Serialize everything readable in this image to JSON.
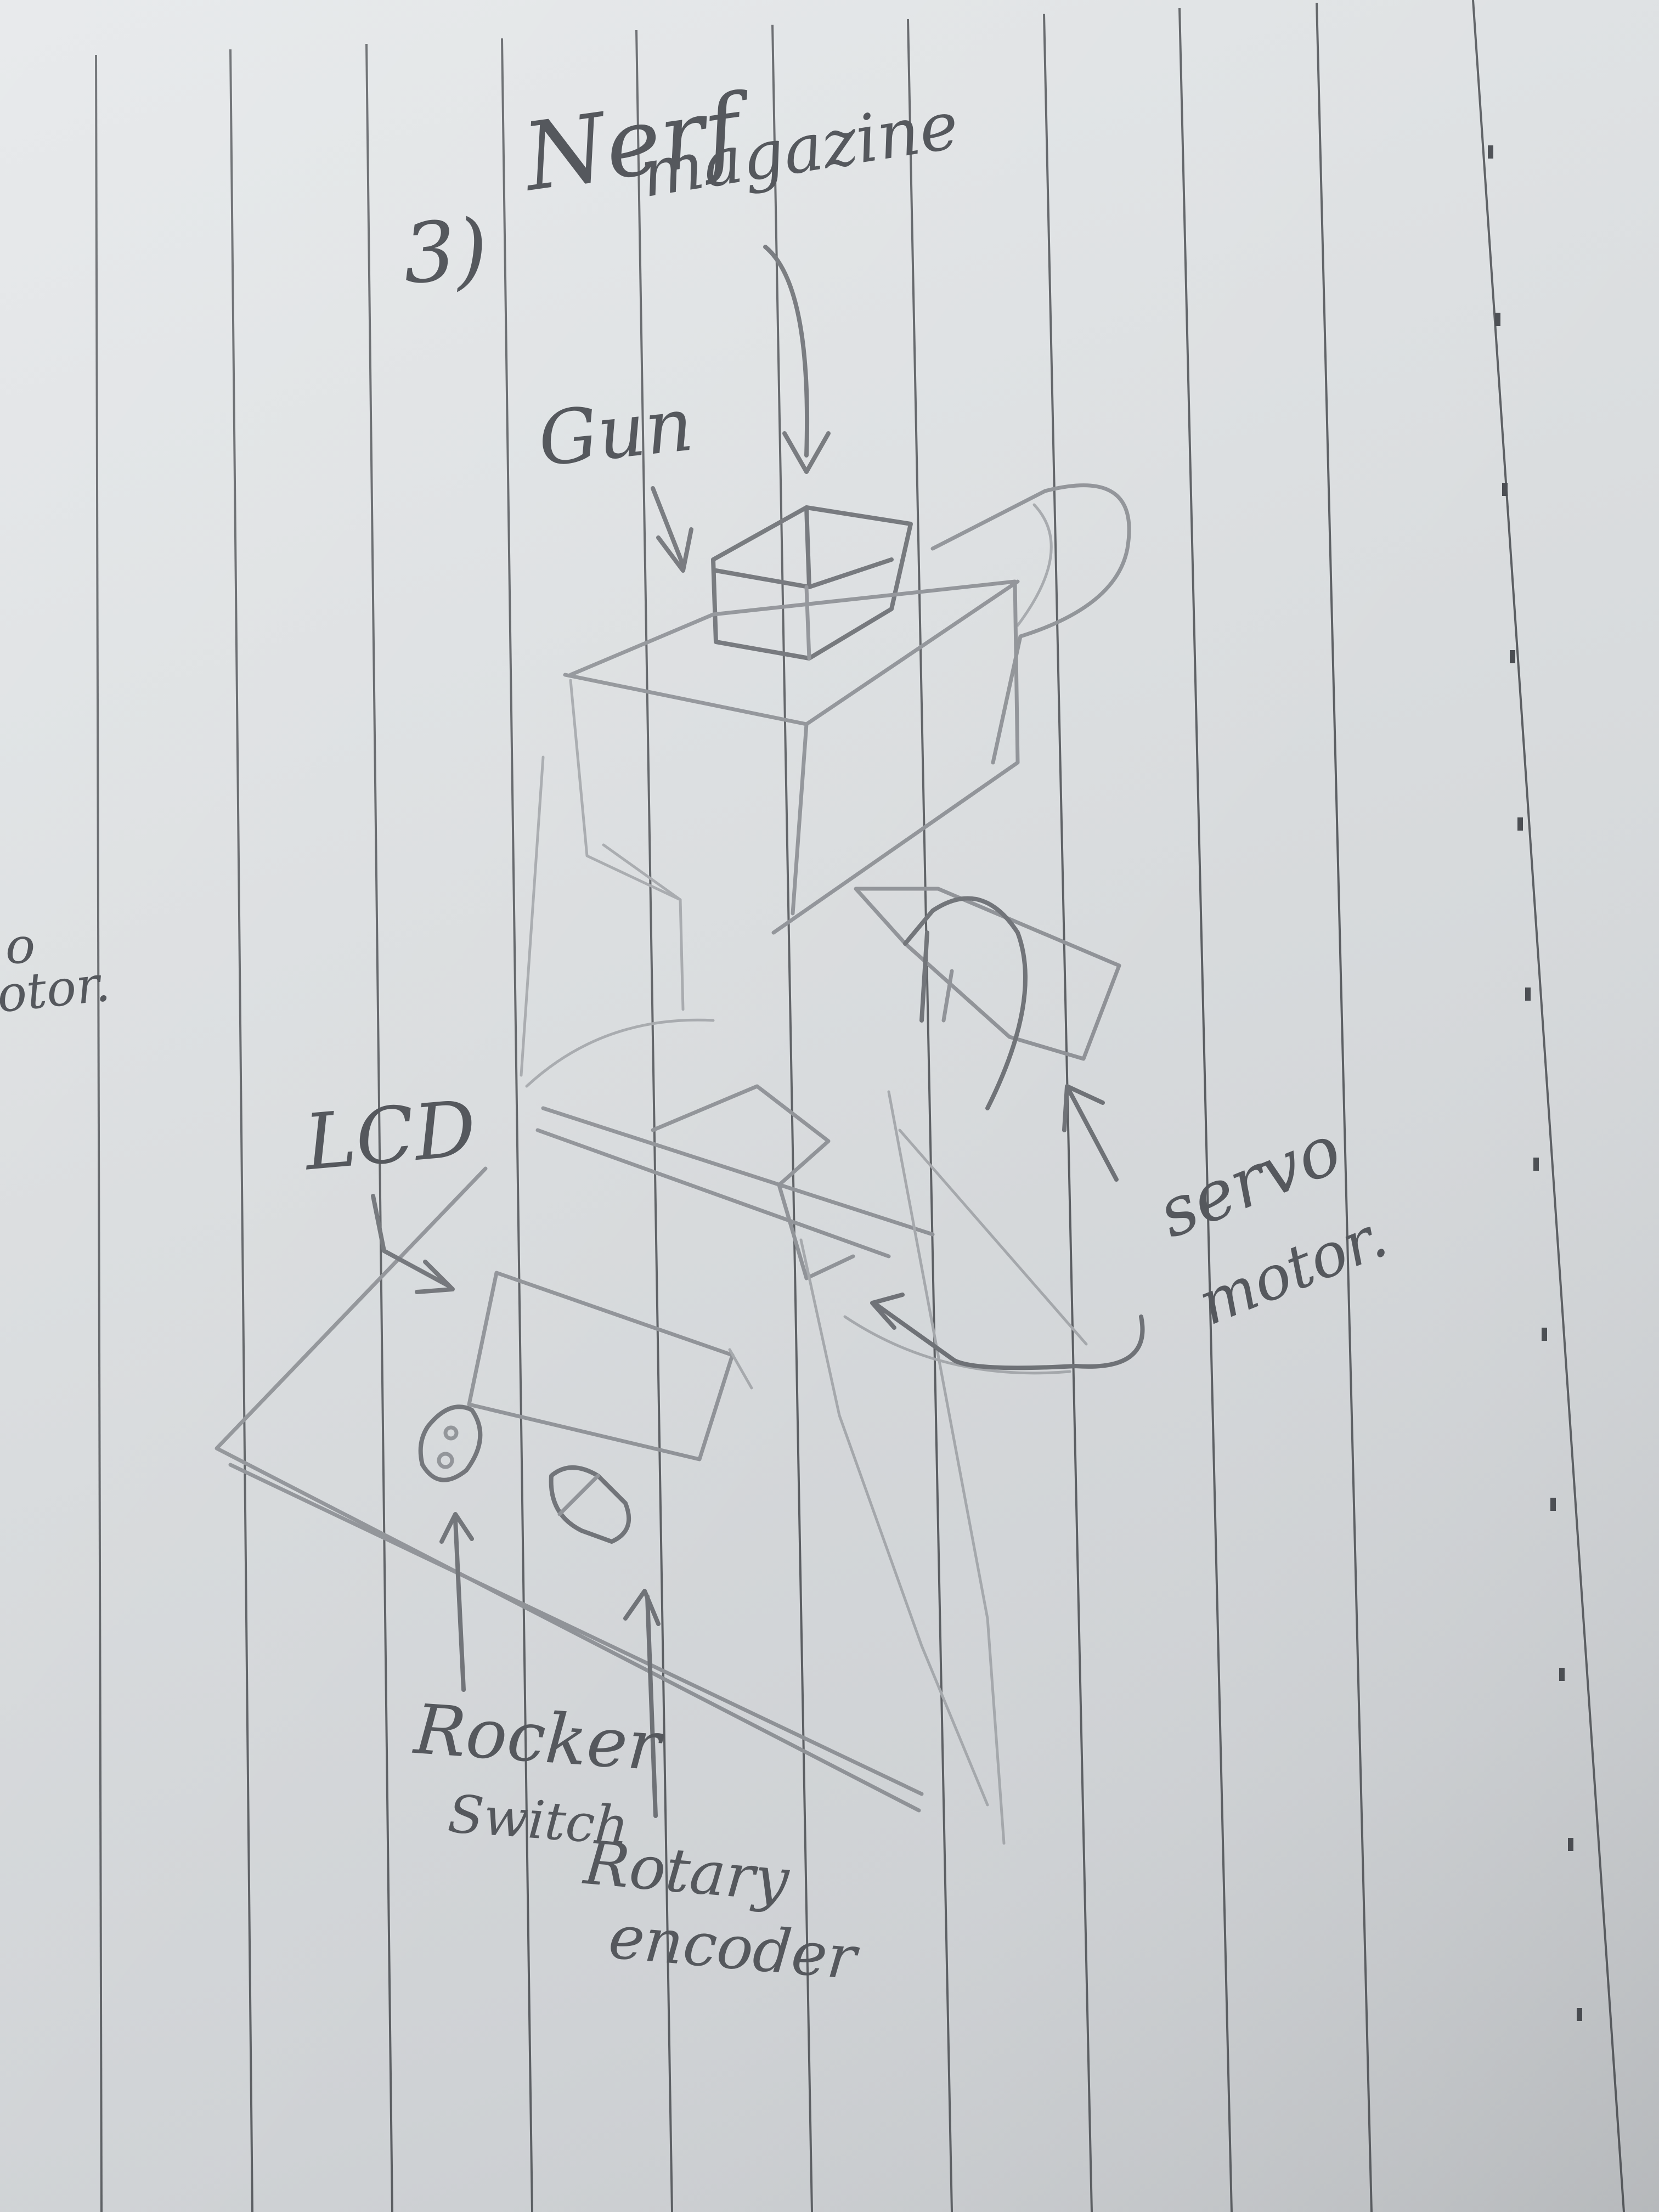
{
  "photo": {
    "subject": "notebook-sketch",
    "paper_color": "#dfe2e4",
    "rule_color": "#5b5e62",
    "pencil_color": "#8e9196"
  },
  "labels": {
    "step": "3)",
    "nerf": "Nerf",
    "magazine": "magazine",
    "gun": "Gun",
    "lcd": "LCD",
    "servo_line1": "servo",
    "servo_line2": "motor.",
    "rocker_line1": "Rocker",
    "rocker_line2": "Switch",
    "rotary_line1": "Rotary",
    "rotary_line2": "encoder",
    "edge_line1": "o",
    "edge_line2": "otor."
  }
}
